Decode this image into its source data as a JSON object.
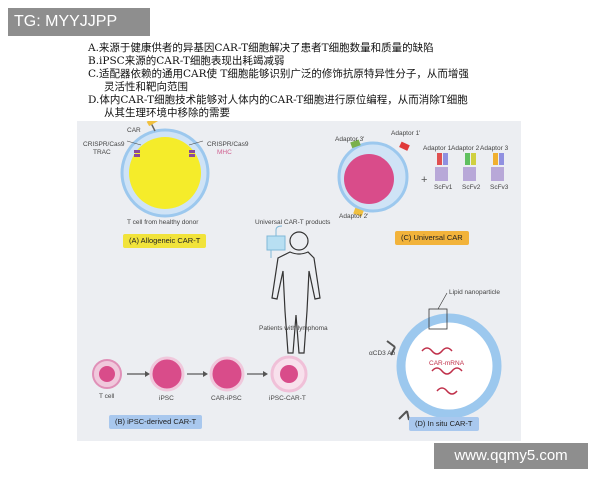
{
  "watermark_top": "TG: MYYJJPP",
  "watermark_bottom": "www.qqmy5.com",
  "text_lines": [
    "A.来源于健康供者的异基因CAR-T细胞解决了患者T细胞数量和质量的缺陷",
    "B.iPSC来源的CAR-T细胞表现出耗竭减弱",
    "C.适配器依赖的通用CAR使 T细胞能够识别广泛的修饰抗原特异性分子，从而增强",
    "灵活性和靶向范围",
    "D.体内CAR-T细胞技术能够对人体内的CAR-T细胞进行原位编程，从而消除T细胞",
    "从其生理环境中移除的需要"
  ],
  "figure": {
    "panel_a": {
      "car": "CAR",
      "crispr_left": "CRISPR/Cas9",
      "trac": "TRAC",
      "crispr_right": "CRISPR/Cas9",
      "mhc": "MHC",
      "caption": "T cell from healthy donor",
      "tag": "(A) Allogeneic CAR-T"
    },
    "panel_b": {
      "tcell": "T cell",
      "ipsc": "iPSC",
      "car_ipsc": "CAR-iPSC",
      "ipsc_car_t": "iPSC-CAR-T",
      "tag": "(B) iPSC-derived CAR-T"
    },
    "panel_c": {
      "adaptor3_top": "Adaptor 3'",
      "adaptor1_top": "Adaptor 1'",
      "adaptor2_bottom": "Adaptor 2'",
      "adaptor1": "Adaptor 1",
      "adaptor2": "Adaptor 2",
      "adaptor3": "Adaptor 3",
      "scfv1": "ScFv1",
      "scfv2": "ScFv2",
      "scfv3": "ScFv3",
      "plus": "+",
      "tag": "(C) Universal CAR"
    },
    "center": {
      "products": "Universal CAR-T products",
      "patients": "Patients with lymphoma"
    },
    "panel_d": {
      "lnp": "Lipid nanoparticle",
      "acd3": "αCD3 Ab",
      "mrna": "CAR-mRNA",
      "tag": "(D) In situ CAR-T"
    }
  },
  "colors": {
    "tag_a": "#f1e33b",
    "tag_b": "#a9c8ee",
    "tag_c": "#f2b33b",
    "tag_d": "#a9c8ee",
    "panel_bg": "#eceef2",
    "cell_yellow": "#f5ec2a",
    "cell_pink": "#d94c8a",
    "membrane_blue": "#9cc8ee"
  }
}
